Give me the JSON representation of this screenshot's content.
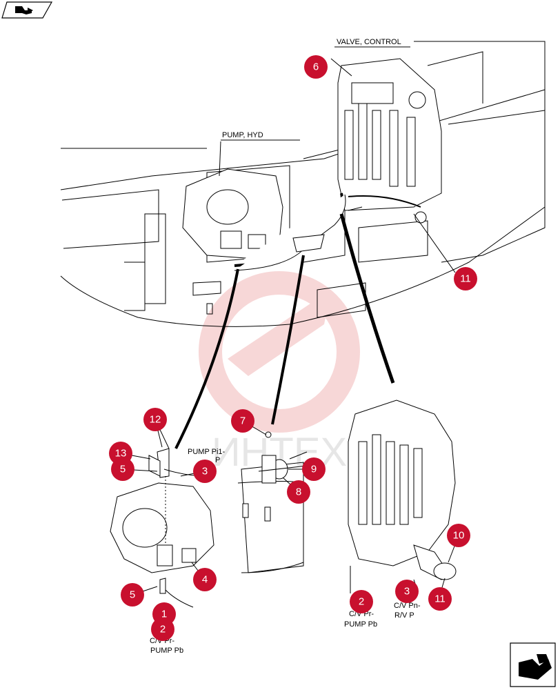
{
  "labels": {
    "valve_control": "VALVE, CONTROL",
    "pump_hyd": "PUMP, HYD",
    "pump_pi1_l1": "PUMP Pi1-",
    "pump_pi1_l2": "P",
    "cv_pr_left_l1": "C/V Pr-",
    "cv_pr_left_l2": "PUMP Pb",
    "cv_pr_right_l1": "C/V Pr-",
    "cv_pr_right_l2": "PUMP Pb",
    "cv_pn_l1": "C/V Pn-",
    "cv_pn_l2": "R/V P"
  },
  "watermark": "ИНТЕХ",
  "callouts": [
    "6",
    "11",
    "12",
    "13",
    "5",
    "3",
    "7",
    "9",
    "8",
    "4",
    "5",
    "1",
    "2",
    "2",
    "3",
    "10",
    "11"
  ],
  "colors": {
    "callout_fill": "#c8102e",
    "watermark": "#f2b8b8",
    "line": "#000000"
  },
  "nav": {
    "prev_icon": "arrow-left-icon",
    "next_icon": "arrow-right-icon"
  }
}
